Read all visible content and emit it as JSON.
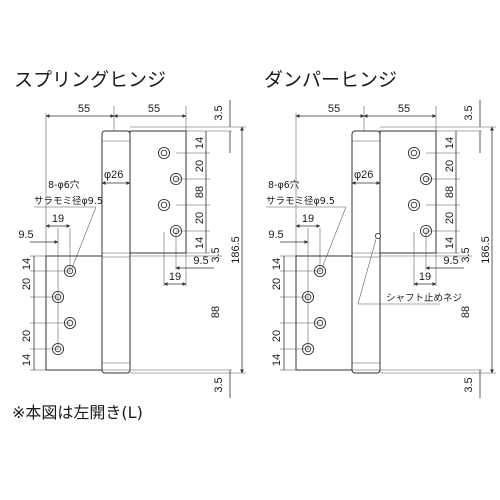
{
  "left_diagram": {
    "title": "スプリングヒンジ",
    "dim_width_left": "55",
    "dim_width_right": "55",
    "dim_top": "3.5",
    "dim_bottom": "3.5",
    "dim_total_height": "186.5",
    "dim_knuckle_dia": "φ26",
    "hole_spec_line1": "8-φ6穴",
    "hole_spec_line2": "サラモミ径φ9.5",
    "right_leaf_dims": [
      "14",
      "20",
      "88",
      "20",
      "14"
    ],
    "right_leaf_mid": "3.5",
    "left_leaf_dims": [
      "14",
      "20",
      "88",
      "20",
      "14"
    ],
    "dim_19_upper": "19",
    "dim_9_5_left": "9.5",
    "dim_19_lower": "19",
    "dim_9_5_right": "9.5"
  },
  "right_diagram": {
    "title": "ダンパーヒンジ",
    "dim_width_left": "55",
    "dim_width_right": "55",
    "dim_top": "3.5",
    "dim_bottom": "3.5",
    "dim_total_height": "186.5",
    "dim_knuckle_dia": "φ26",
    "hole_spec_line1": "8-φ6穴",
    "hole_spec_line2": "サラモミ径φ9.5",
    "right_leaf_dims": [
      "14",
      "20",
      "88",
      "20",
      "14"
    ],
    "right_leaf_mid": "3.5",
    "left_leaf_dims": [
      "14",
      "20",
      "88",
      "20",
      "14"
    ],
    "dim_19_upper": "19",
    "dim_9_5_left": "9.5",
    "dim_19_lower": "19",
    "dim_9_5_right": "9.5",
    "shaft_screw_label": "シャフト止めネジ"
  },
  "footnote": "※本図は左開き(L)"
}
